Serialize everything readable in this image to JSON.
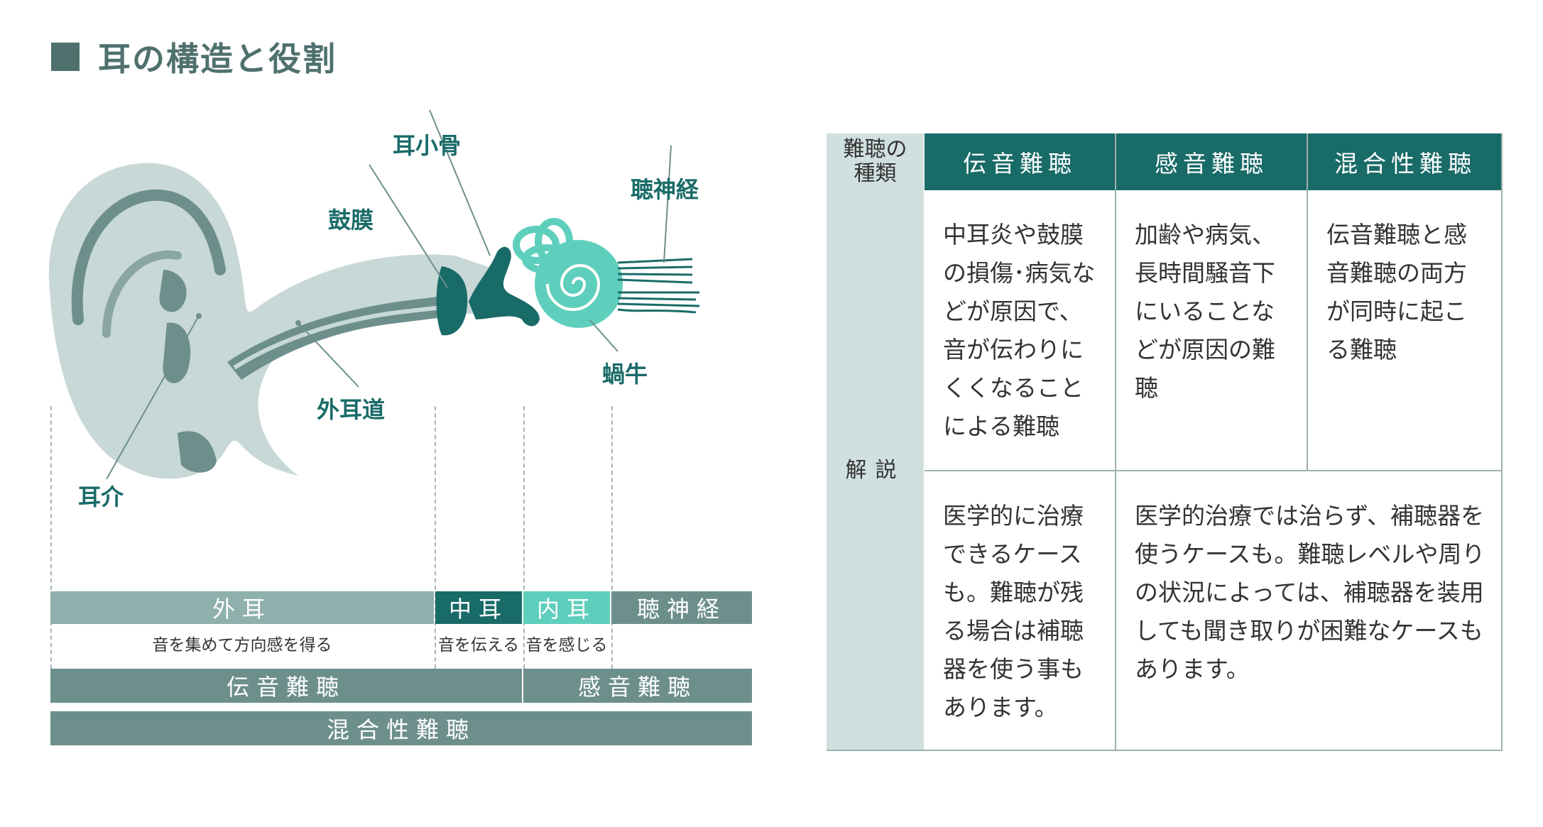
{
  "title": "耳の構造と役割",
  "colors": {
    "dark_teal": "#196b68",
    "gray_teal": "#4f716e",
    "ear_gray": "#c8d8d7",
    "ear_dark": "#6d8f8c",
    "accent": "#5fcfbd"
  },
  "diagram": {
    "labels": {
      "ossicles": "耳小骨",
      "eardrum": "鼓膜",
      "auditory_nerve": "聴神経",
      "cochlea": "蝸牛",
      "ear_canal": "外耳道",
      "auricle": "耳介"
    },
    "sections": {
      "outer": "外耳",
      "middle": "中耳",
      "inner": "内耳",
      "nerve": "聴神経"
    },
    "roles": {
      "outer": "音を集めて方向感を得る",
      "middle": "音を伝える",
      "inner": "音を感じる"
    },
    "types": {
      "conductive": "伝音難聴",
      "sensorineural": "感音難聴",
      "mixed": "混合性難聴"
    }
  },
  "table": {
    "corner": "難聴の種類",
    "headers": [
      "伝音難聴",
      "感音難聴",
      "混合性難聴"
    ],
    "row_label": "解説",
    "cells": {
      "conductive_desc": "中耳炎や鼓膜の損傷･病気などが原因で、音が伝わりにくくなることによる難聴",
      "sensorineural_desc": "加齢や病気、長時間騒音下にいることなどが原因の難聴",
      "mixed_desc": "伝音難聴と感音難聴の両方が同時に起こる難聴",
      "conductive_treatment": "医学的に治療できるケースも。難聴が残る場合は補聴器を使う事もあります。",
      "sensorineural_treatment": "医学的治療では治らず、補聴器を使うケースも。難聴レベルや周りの状況によっては、補聴器を装用しても聞き取りが困難なケースもあります。"
    }
  }
}
